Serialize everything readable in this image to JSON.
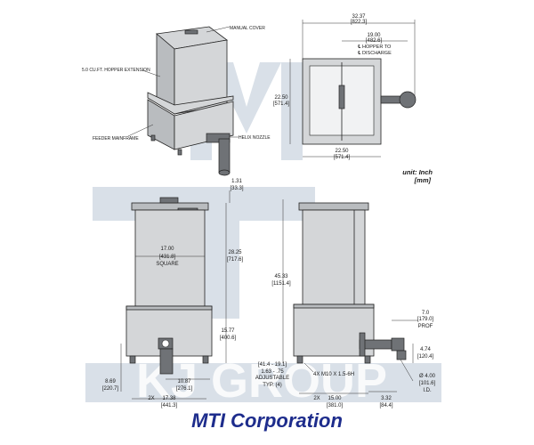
{
  "watermark": {
    "text": "KJ GROUP",
    "color": "#a9bacd"
  },
  "brand": {
    "text": "MTI Corporation",
    "color": "#1d2c8c"
  },
  "unit_note": {
    "line1": "unit: Inch",
    "line2": "[mm]",
    "color": "#1d2c8c"
  },
  "iso_labels": {
    "manual_cover": "MANUAL COVER",
    "hopper_extension": "5.0 CU.FT. HOPPER EXTENSION",
    "feeder_mainframe": "FEEDER MAINFRAME",
    "helix_nozzle": "HELIX NOZZLE"
  },
  "top_view": {
    "width_in": "32.37",
    "width_mm": "[822.3]",
    "hopper_in": "19.00",
    "hopper_mm": "[482.6]",
    "hopper_note1": "℄ HOPPER TO",
    "hopper_note2": "℄ DISCHARGE",
    "depth_in": "22.50",
    "depth_mm": "[571.4]",
    "base_in": "22.50",
    "base_mm": "[571.4]"
  },
  "front_view": {
    "top_in": "1.31",
    "top_mm": "[33.3]",
    "square_in": "17.00",
    "square_mm": "[431.8]",
    "square_label": "SQUARE",
    "height_in": "28.25",
    "height_mm": "[717.6]",
    "lower_in": "15.77",
    "lower_mm": "[400.6]",
    "left_in": "8.69",
    "left_mm": "[220.7]",
    "mid_in": "10.87",
    "mid_mm": "[276.1]",
    "span_prefix": "2X",
    "span_in": "17.38",
    "span_mm": "[441.3]"
  },
  "side_view": {
    "total_in": "45.33",
    "total_mm": "[1151.4]",
    "proj_in": "7.0",
    "proj_mm": "[179.0]",
    "proj_label": "PROF",
    "nozzle_h_in": "4.74",
    "nozzle_h_mm": "[120.4]",
    "dia_in": "Ø 4.00",
    "dia_mm": "[101.6]",
    "dia_label": "I.D.",
    "adj_mm": "[41.4 - 19.1]",
    "adj_in": "1.63 - .75",
    "adj_label": "ADJUSTABLE",
    "adj_note": "TYP. (4)",
    "bolt_note": "4X M10 X 1.5-6H",
    "feet_prefix": "2X",
    "feet_in": "15.00",
    "feet_mm": "[381.0]",
    "off_in": "3.32",
    "off_mm": "[84.4]"
  }
}
